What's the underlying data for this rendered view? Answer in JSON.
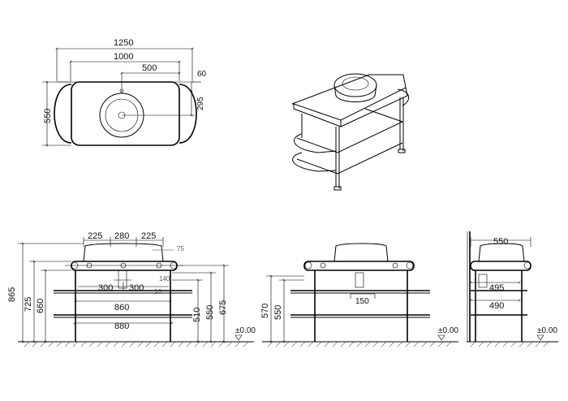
{
  "top_view": {
    "dims": {
      "overall_width": "1250",
      "body_width": "1000",
      "basin_center_offset": "500",
      "edge_offset": "60",
      "basin_depth_offset": "295",
      "depth": "550"
    }
  },
  "front_view": {
    "dims": {
      "left_offset": "225",
      "basin_width": "280",
      "right_offset": "225",
      "tap_offset": "75",
      "left_half": "300",
      "right_half": "300",
      "small_a": "140",
      "small_b": "16",
      "inner_width": "860",
      "shelf_width": "880",
      "height_total": "865",
      "height_top": "725",
      "height_shelf": "660",
      "height_drain": "510",
      "height_mid": "550",
      "height_basin": "675",
      "floor_level": "±0.00"
    }
  },
  "side_view_a": {
    "dims": {
      "height_a": "570",
      "height_b": "550",
      "trap_width": "150",
      "floor_level": "±0.00"
    }
  },
  "side_view_b": {
    "dims": {
      "depth": "550",
      "depth_a": "495",
      "depth_b": "490",
      "floor_level": "±0.00"
    }
  }
}
